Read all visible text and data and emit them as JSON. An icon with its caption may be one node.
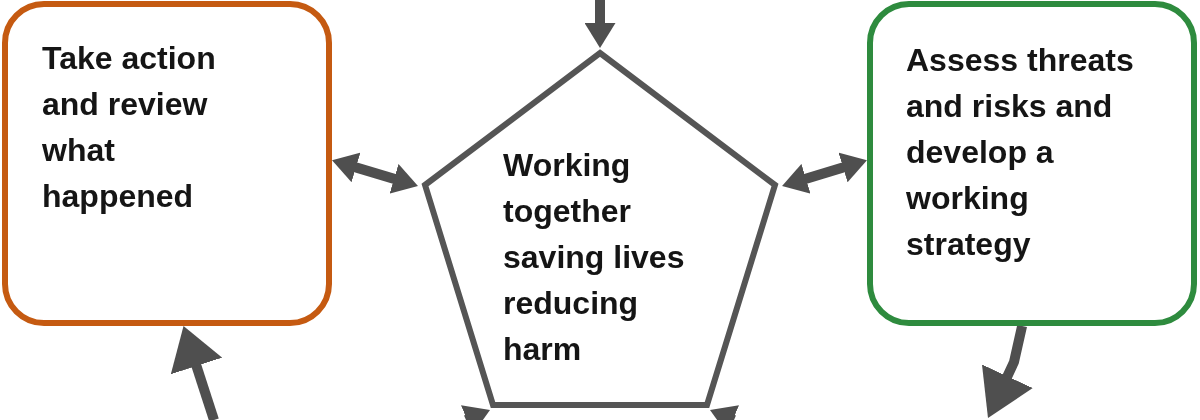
{
  "diagram": {
    "nodes": [
      {
        "text": [
          "Take action and review what happened"
        ]
      },
      {
        "text": [
          "Working together saving lives reducing harm"
        ]
      },
      {
        "text": [
          "Assess threats and risks and develop a working strategy"
        ]
      }
    ],
    "edges": [
      {
        "from": null,
        "to": 1,
        "arrow": "to"
      },
      {
        "from": 0,
        "to": 1,
        "arrow": "both"
      },
      {
        "from": 1,
        "to": 2,
        "arrow": "both"
      },
      {
        "from": 2,
        "to": null,
        "arrow": "to"
      },
      {
        "from": null,
        "to": 0,
        "arrow": "to"
      },
      {
        "from": null,
        "to": 1,
        "arrow": "to"
      },
      {
        "from": null,
        "to": 1,
        "arrow": "to"
      }
    ]
  }
}
